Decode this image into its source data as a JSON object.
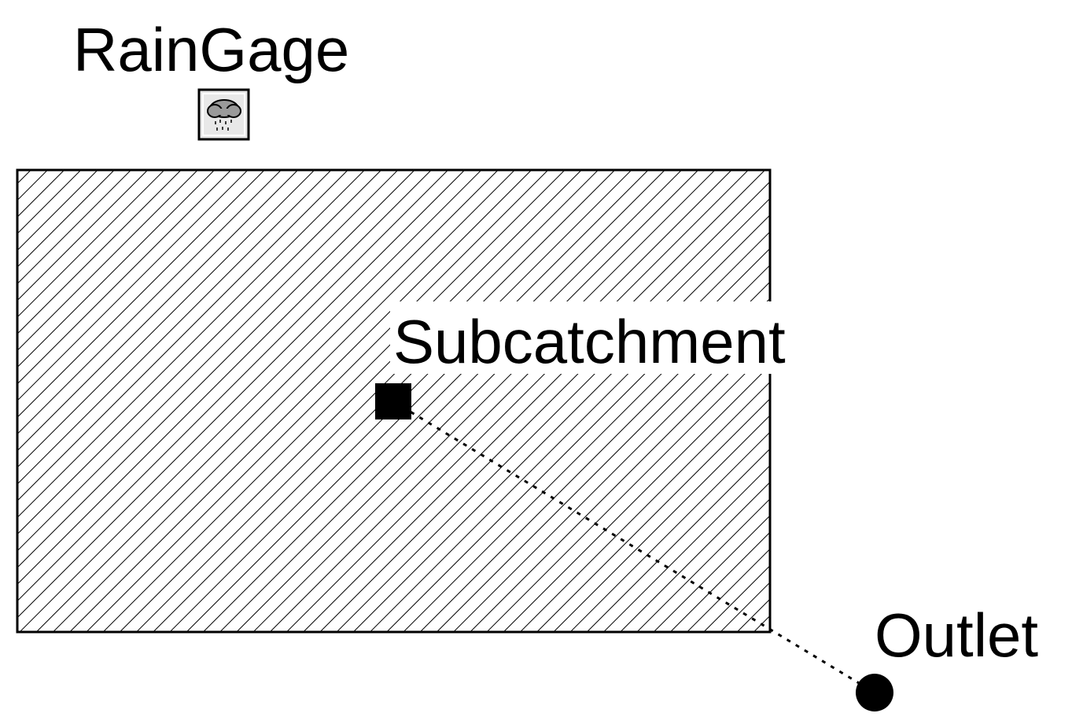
{
  "labels": {
    "rain_gage": "RainGage",
    "subcatchment": "Subcatchment",
    "outlet": "Outlet"
  },
  "icons": {
    "rain_gage_icon": "rain-cloud-icon",
    "subcatchment_centroid": "filled-square-icon",
    "outlet_node": "filled-circle-icon"
  },
  "colors": {
    "ink": "#000000",
    "background": "#ffffff",
    "icon_fill": "#e8e8e8",
    "cloud": "#9a9a9a"
  }
}
